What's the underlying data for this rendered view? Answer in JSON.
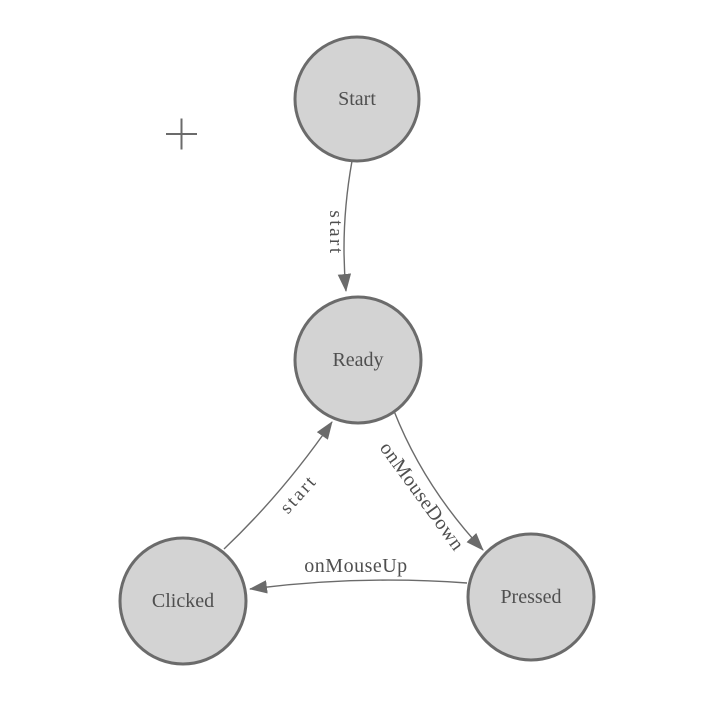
{
  "canvas": {
    "background": "#ffffff",
    "node_fill": "#d3d3d3",
    "node_border_color": "#6b6b6b",
    "edge_color": "#6b6b6b",
    "label_color": "#4f4f4f"
  },
  "diagram": {
    "type": "state-machine",
    "nodes": [
      {
        "id": "start",
        "label": "Start"
      },
      {
        "id": "ready",
        "label": "Ready"
      },
      {
        "id": "clicked",
        "label": "Clicked"
      },
      {
        "id": "pressed",
        "label": "Pressed"
      }
    ],
    "edges": [
      {
        "from": "Start",
        "to": "Ready",
        "label": "start"
      },
      {
        "from": "Ready",
        "to": "Pressed",
        "label": "onMouseDown"
      },
      {
        "from": "Pressed",
        "to": "Clicked",
        "label": "onMouseUp"
      },
      {
        "from": "Clicked",
        "to": "Ready",
        "label": "start"
      }
    ]
  },
  "cursor": {
    "shape": "crosshair-plus"
  }
}
